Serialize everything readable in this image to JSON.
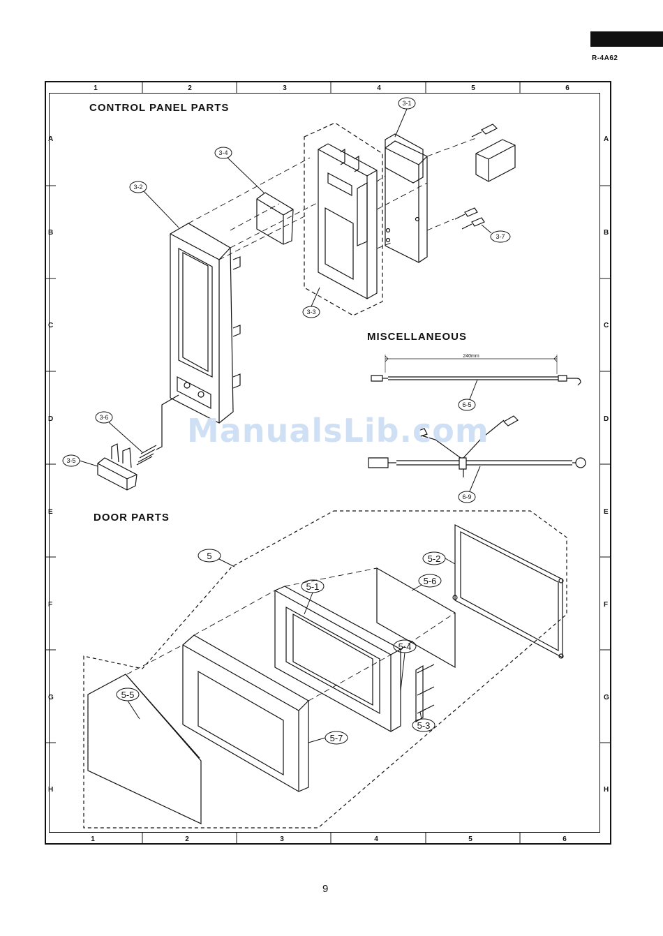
{
  "header": {
    "model": "R-4A62"
  },
  "grid": {
    "columns": [
      "1",
      "2",
      "3",
      "4",
      "5",
      "6"
    ],
    "rows": [
      "A",
      "B",
      "C",
      "D",
      "E",
      "F",
      "G",
      "H"
    ]
  },
  "sections": {
    "control_panel": "CONTROL PANEL PARTS",
    "miscellaneous": "MISCELLANEOUS",
    "door": "DOOR PARTS"
  },
  "part_labels": {
    "p3_1": "3-1",
    "p3_2": "3-2",
    "p3_3": "3-3",
    "p3_4": "3-4",
    "p3_5": "3-5",
    "p3_6": "3-6",
    "p3_7": "3-7",
    "p6_5": "6-5",
    "p6_9": "6-9",
    "p5": "5",
    "p5_1": "5-1",
    "p5_2": "5-2",
    "p5_3": "5-3",
    "p5_4": "5-4",
    "p5_5": "5-5",
    "p5_6": "5-6",
    "p5_7": "5-7"
  },
  "dimension": "240mm",
  "watermark": "ManualsLib.com",
  "page_number": "9"
}
